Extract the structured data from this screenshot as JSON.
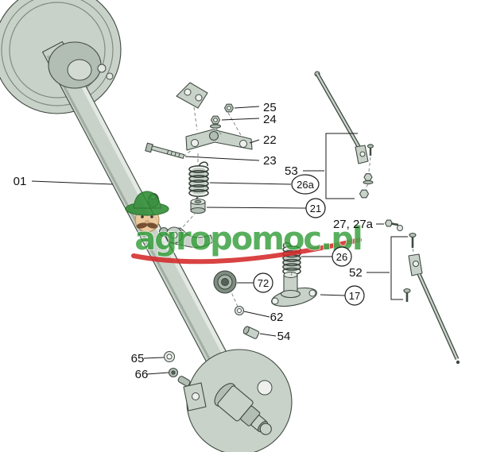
{
  "diagram": {
    "type": "exploded-parts-diagram",
    "watermark": "agropomoc.pl",
    "colors": {
      "brand": "#2e9b33",
      "swoosh": "#d42a2a",
      "part": "#c9d2c9"
    },
    "labels": {
      "p01": "01",
      "p25": "25",
      "p24": "24",
      "p22": "22",
      "p23": "23",
      "p53": "53",
      "p26a": "26a",
      "p21": "21",
      "p27": "27, 27a",
      "p26": "26",
      "p52": "52",
      "p17": "17",
      "p72": "72",
      "p62": "62",
      "p54": "54",
      "p65": "65",
      "p66": "66"
    }
  }
}
